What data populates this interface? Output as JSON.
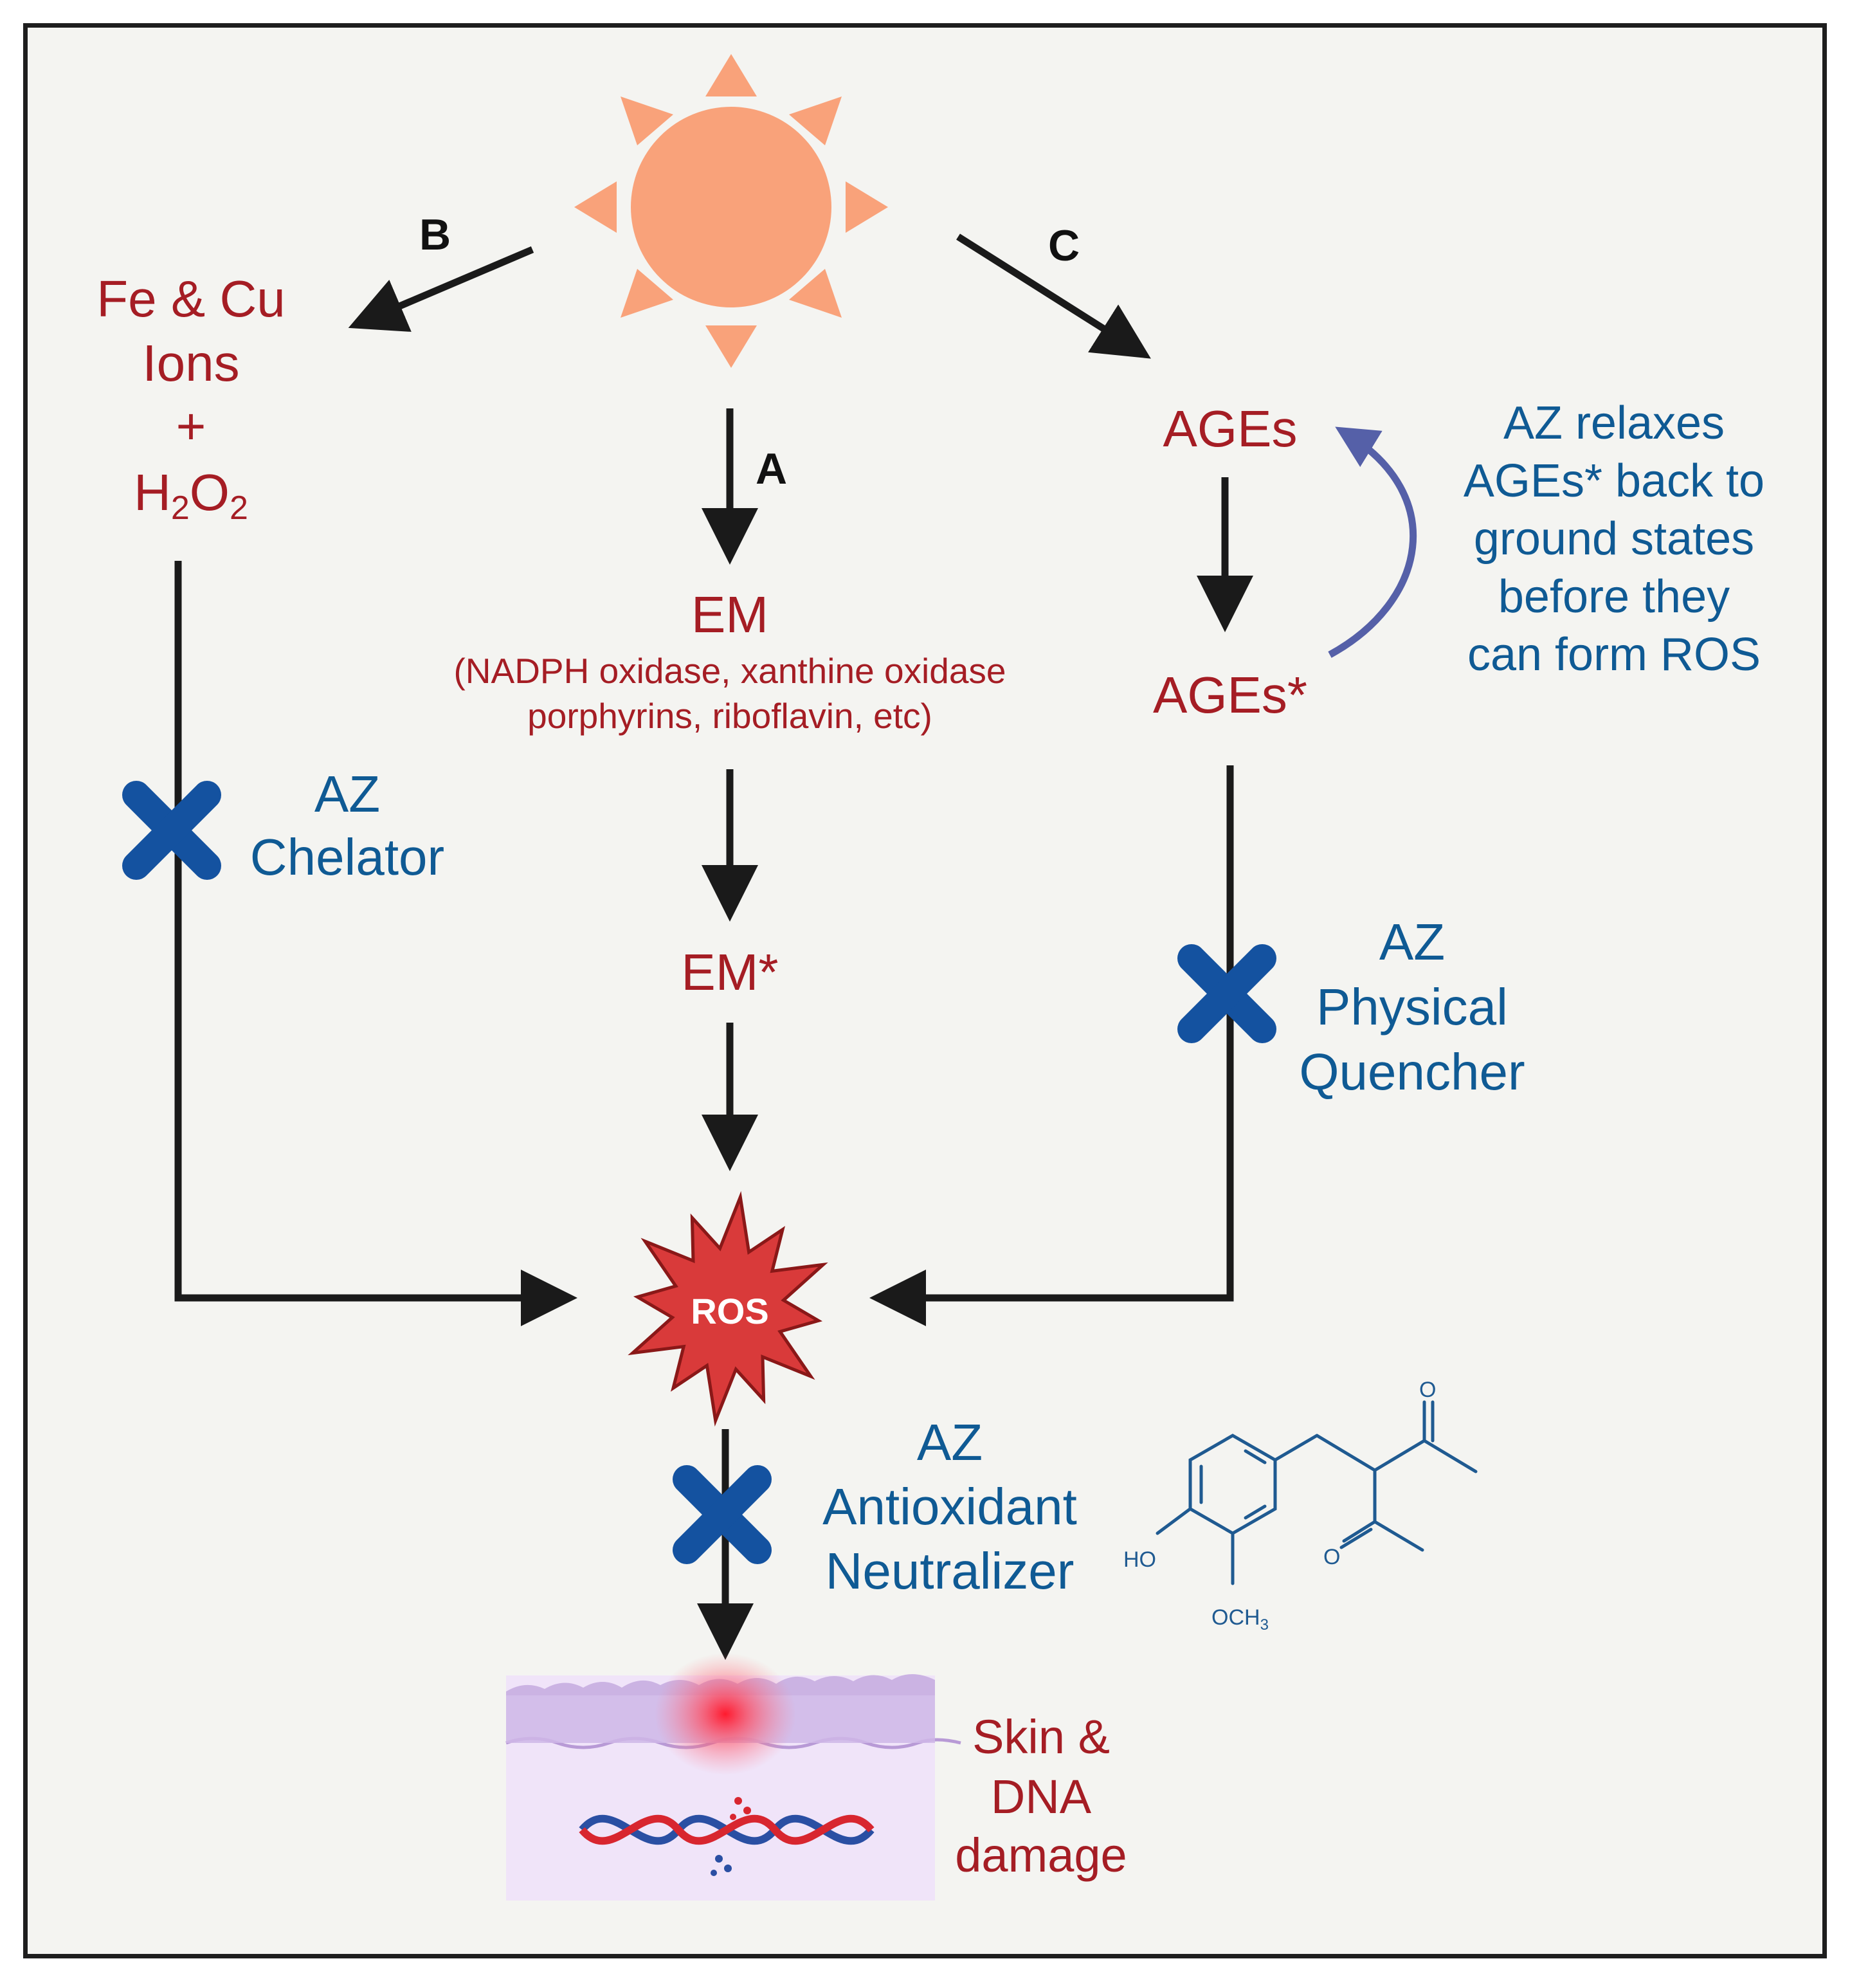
{
  "pathways": {
    "a": "A",
    "b": "B",
    "c": "C"
  },
  "nodes": {
    "fe_cu_line1": "Fe & Cu",
    "fe_cu_line2": "Ions",
    "plus": "+",
    "h2o2_h": "H",
    "h2o2_sub1": "2",
    "h2o2_o": "O",
    "h2o2_sub2": "2",
    "em": "EM",
    "em_detail_line1": "(NADPH oxidase, xanthine oxidase",
    "em_detail_line2": "porphyrins, riboflavin, etc)",
    "em_star": "EM*",
    "ages": "AGEs",
    "ages_star": "AGEs*",
    "ros": "ROS",
    "damage_line1": "Skin &",
    "damage_line2": "DNA",
    "damage_line3": "damage"
  },
  "interventions": {
    "chelator_line1": "AZ",
    "chelator_line2": "Chelator",
    "quencher_line1": "AZ",
    "quencher_line2": "Physical",
    "quencher_line3": "Quencher",
    "antioxidant_line1": "AZ",
    "antioxidant_line2": "Antioxidant",
    "antioxidant_line3": "Neutralizer",
    "relax_line1": "AZ relaxes",
    "relax_line2": "AGEs* back to",
    "relax_line3": "ground states",
    "relax_line4": "before they",
    "relax_line5": "can form ROS"
  },
  "molecule": {
    "ho": "HO",
    "och": "OCH",
    "och_sub": "3",
    "o_top": "O",
    "o_mid": "O"
  },
  "colors": {
    "background": "#f4f4f1",
    "sun": "#f9a27a",
    "red_text": "#a51d24",
    "blue_text": "#0f5a94",
    "arrow": "#1a1a1a",
    "block_x": "#1452a0",
    "ros_fill": "#d93a3a",
    "skin": "#e8dcf6"
  }
}
